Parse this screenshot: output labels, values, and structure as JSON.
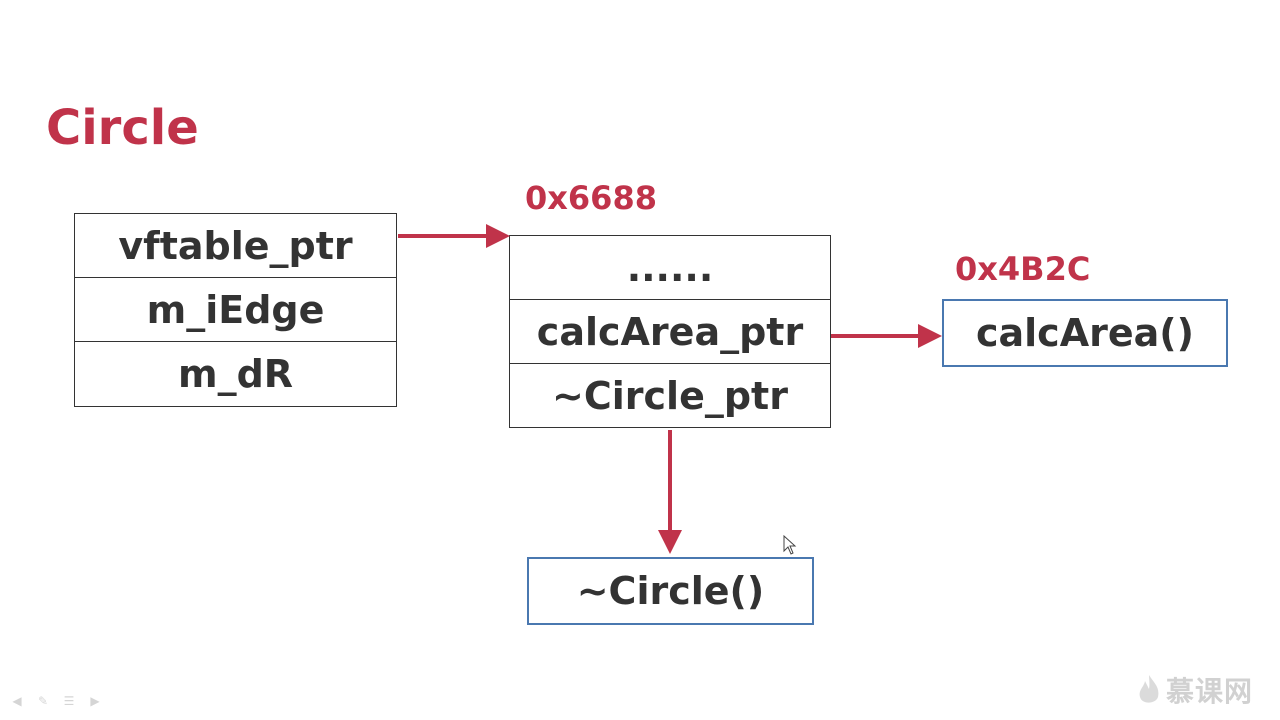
{
  "title": "Circle",
  "object_table": {
    "rows": [
      "vftable_ptr",
      "m_iEdge",
      "m_dR"
    ]
  },
  "vtable": {
    "address": "0x6688",
    "rows": [
      "......",
      "calcArea_ptr",
      "~Circle_ptr"
    ]
  },
  "calc_area_func": {
    "address": "0x4B2C",
    "label": "calcArea()"
  },
  "destructor_func": {
    "label": "~Circle()"
  },
  "watermark": {
    "text": "慕课网"
  },
  "colors": {
    "accent": "#c0334a",
    "box_border": "#4a78b0",
    "text": "#333333"
  },
  "icons": {
    "controls": [
      "prev-icon",
      "pen-icon",
      "menu-icon",
      "next-icon"
    ],
    "logo": "flame-icon",
    "cursor": "mouse-pointer-icon"
  }
}
